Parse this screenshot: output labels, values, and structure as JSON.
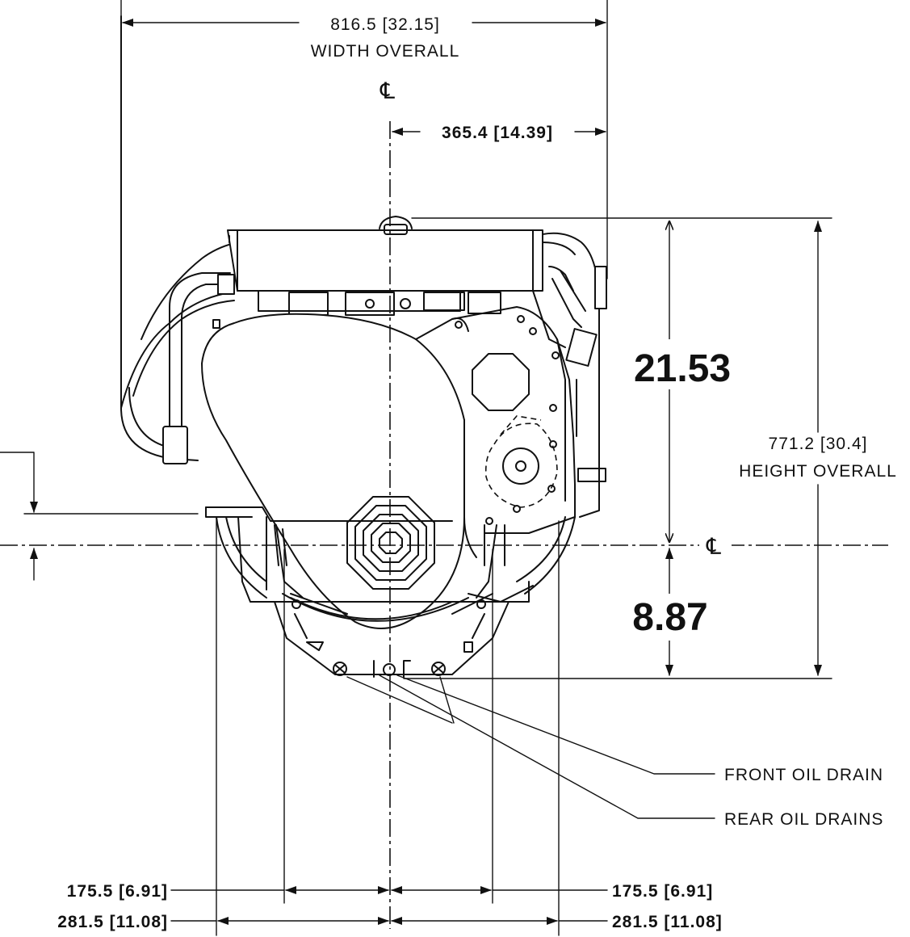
{
  "dimensions": {
    "width_overall": {
      "value": "816.5 [32.15]",
      "caption": "WIDTH OVERALL"
    },
    "right_offset": {
      "value": "365.4 [14.39]"
    },
    "height_overall": {
      "value": "771.2 [30.4]",
      "caption": "HEIGHT OVERALL"
    },
    "upper_height": {
      "value": "21.53"
    },
    "lower_height": {
      "value": "8.87"
    },
    "inner_left": {
      "value": "175.5 [6.91]"
    },
    "inner_right": {
      "value": "175.5 [6.91]"
    },
    "outer_left": {
      "value": "281.5 [11.08]"
    },
    "outer_right": {
      "value": "281.5 [11.08]"
    }
  },
  "centerline": {
    "symbol": "℄"
  },
  "callouts": {
    "front_oil_drain": "FRONT OIL DRAIN",
    "rear_oil_drains": "REAR OIL DRAINS"
  }
}
